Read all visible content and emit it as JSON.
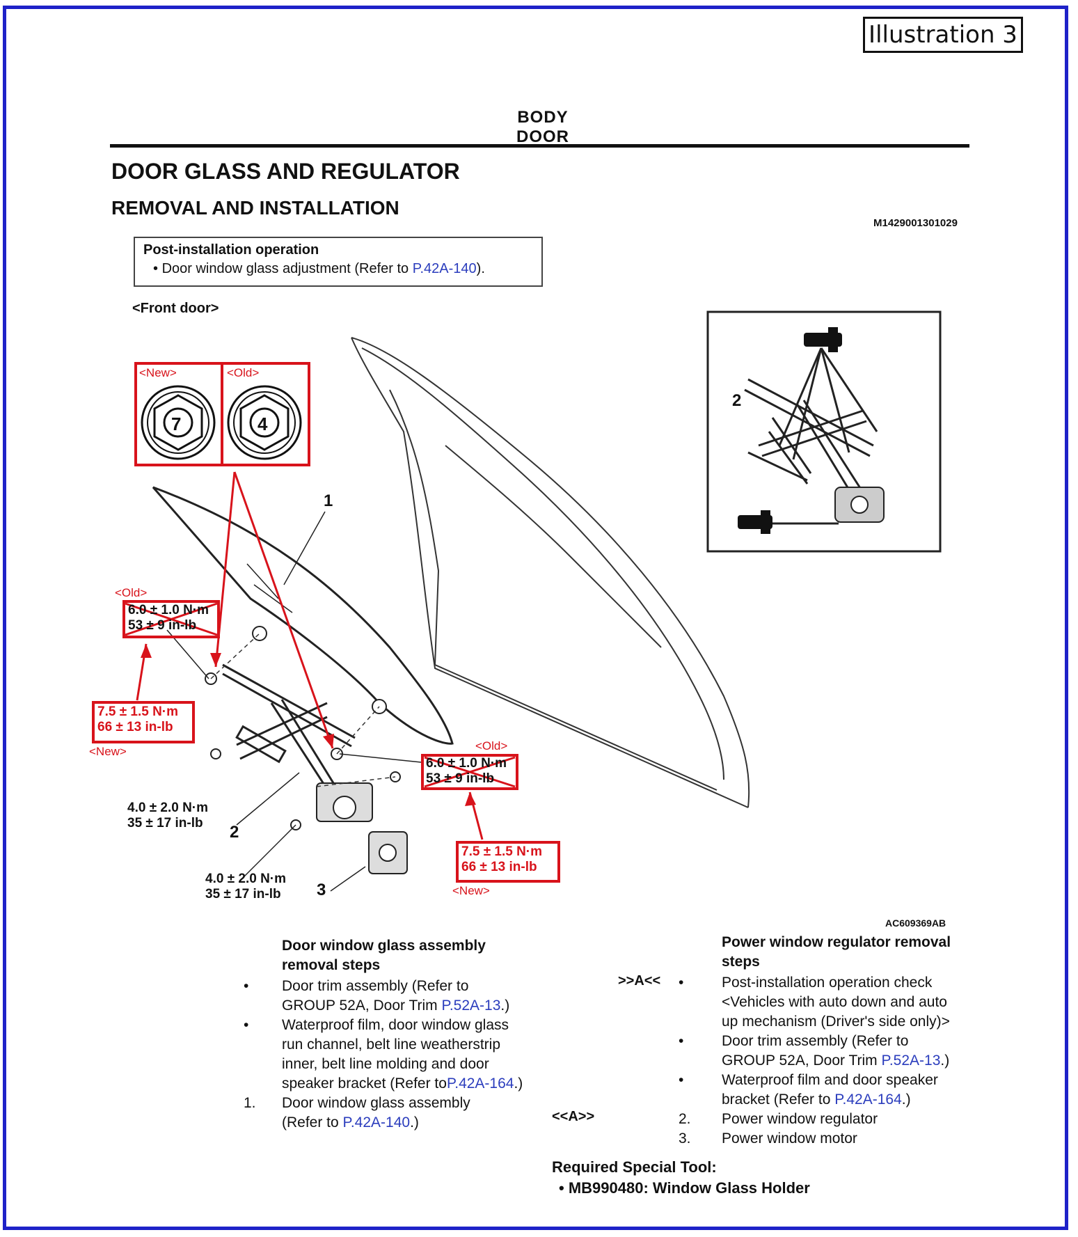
{
  "illustration_label": "Illustration 3",
  "header": {
    "section": "BODY",
    "subsection": "DOOR"
  },
  "title": "DOOR GLASS AND REGULATOR",
  "subtitle": "REMOVAL AND INSTALLATION",
  "doc_code": "M1429001301029",
  "post_install": {
    "heading": "Post-installation operation",
    "item_text": "Door window glass adjustment (Refer to ",
    "item_link": "P.42A-140",
    "item_end": ")."
  },
  "front_door_label": "<Front door>",
  "diagram": {
    "new_tag": "<New>",
    "old_tag": "<Old>",
    "new_grade": "7",
    "old_grade": "4",
    "callout_1": "1",
    "callout_2": "2",
    "callout_3": "3",
    "inset_callout_2": "2",
    "old_torque_line1": "6.0 ± 1.0 N·m",
    "old_torque_line2": "53 ± 9 in-lb",
    "new_torque_line1": "7.5 ± 1.5 N·m",
    "new_torque_line2": "66 ± 13 in-lb",
    "torque_a_line1": "4.0 ± 2.0 N·m",
    "torque_a_line2": "35 ± 17 in-lb",
    "torque_b_line1": "4.0 ± 2.0 N·m",
    "torque_b_line2": "35 ± 17 in-lb",
    "figure_code": "AC609369AB"
  },
  "left_steps": {
    "heading_line1": "Door window glass assembly",
    "heading_line2": "removal steps",
    "items": [
      {
        "marker": "•",
        "lines": [
          "Door trim assembly (Refer to",
          "GROUP 52A, Door Trim "
        ],
        "link": "P.52A-13",
        "end": ".)"
      },
      {
        "marker": "•",
        "lines": [
          "Waterproof film, door window glass",
          "run channel, belt line weatherstrip",
          "inner, belt line molding and door",
          "speaker bracket (Refer to"
        ],
        "link": "P.42A-164",
        "end": ".)"
      },
      {
        "marker": "1.",
        "lines": [
          "Door window glass assembly",
          "(Refer to "
        ],
        "link": "P.42A-140",
        "end": ".)"
      }
    ]
  },
  "right_steps": {
    "heading_line1": "Power window regulator removal",
    "heading_line2": "steps",
    "mark_a1": ">>A<<",
    "mark_a2": "<<A>>",
    "items": [
      {
        "marker": "•",
        "lines": [
          "Post-installation operation check",
          "<Vehicles with auto down and auto",
          "up mechanism (Driver's side only)>"
        ]
      },
      {
        "marker": "•",
        "lines": [
          "Door trim assembly (Refer to",
          "GROUP 52A, Door Trim "
        ],
        "link": "P.52A-13",
        "end": ".)"
      },
      {
        "marker": "•",
        "lines": [
          "Waterproof film and door speaker",
          "bracket (Refer to "
        ],
        "link": "P.42A-164",
        "end": ".)"
      },
      {
        "marker": "2.",
        "lines": [
          "Power window regulator"
        ]
      },
      {
        "marker": "3.",
        "lines": [
          "Power window motor"
        ]
      }
    ]
  },
  "special_tool": {
    "heading": "Required Special Tool:",
    "item": "MB990480: Window Glass Holder"
  },
  "colors": {
    "frame": "#1e22c8",
    "highlight": "#d8131b",
    "link": "#2b3dbd"
  }
}
